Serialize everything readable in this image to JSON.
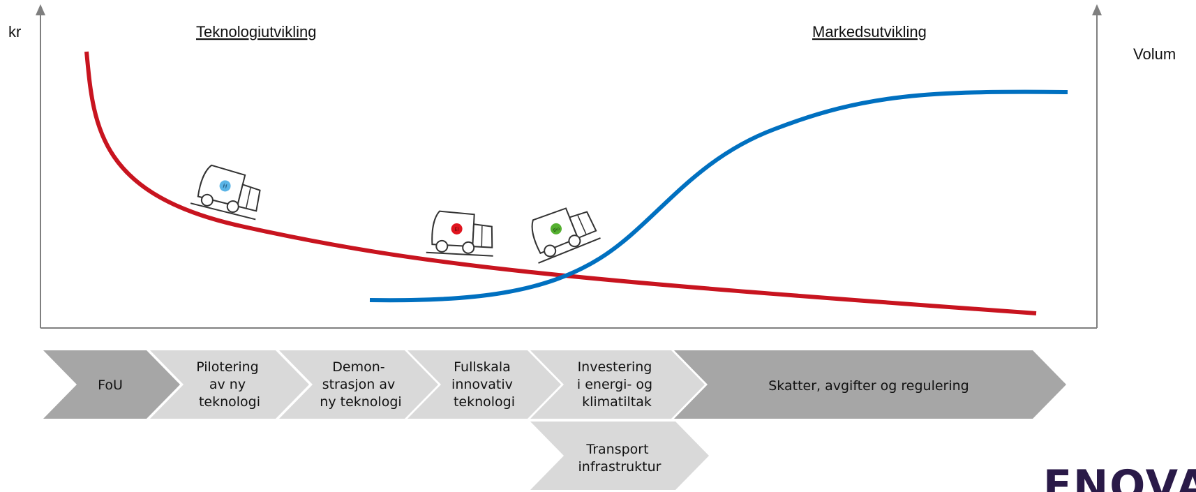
{
  "axes": {
    "left_label": "kr",
    "right_label": "Volum",
    "axis_color": "#7f7f7f"
  },
  "headings": {
    "left": "Teknologiutvikling",
    "right": "Markedsutvikling"
  },
  "curves": {
    "cost": {
      "color": "#c8141f"
    },
    "volume": {
      "color": "#0070c0"
    }
  },
  "vehicles": [
    {
      "badge_color": "#5ab4e6",
      "badge_label": "H"
    },
    {
      "badge_color": "#e0141e",
      "badge_label": "El"
    },
    {
      "badge_color": "#55b030",
      "badge_label": "Bio"
    }
  ],
  "phases": [
    {
      "lines": [
        "FoU"
      ],
      "fill": "#a6a6a6"
    },
    {
      "lines": [
        "Pilotering",
        "av ny",
        "teknologi"
      ],
      "fill": "#d9d9d9"
    },
    {
      "lines": [
        "Demon-",
        "strasjon av",
        "ny teknologi"
      ],
      "fill": "#d9d9d9"
    },
    {
      "lines": [
        "Fullskala",
        "innovativ",
        "teknologi"
      ],
      "fill": "#d9d9d9"
    },
    {
      "lines": [
        "Investering",
        "i energi- og",
        "klimatiltak"
      ],
      "fill": "#d9d9d9"
    },
    {
      "lines": [
        "Skatter, avgifter og regulering"
      ],
      "fill": "#a6a6a6"
    },
    {
      "lines": [
        "Transport",
        "infrastruktur"
      ],
      "fill": "#d9d9d9"
    }
  ],
  "logo": {
    "text": "ENOVA",
    "color": "#2a1a48"
  }
}
